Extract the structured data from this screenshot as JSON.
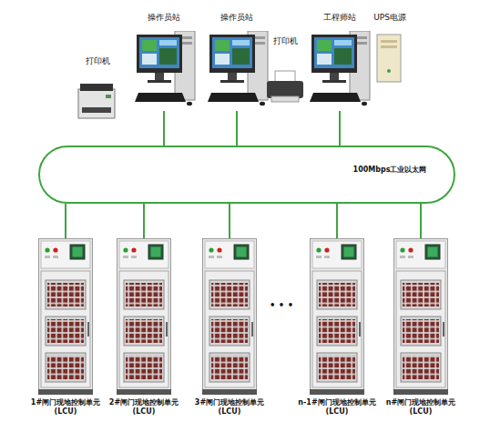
{
  "diagram": {
    "nodes": [
      {
        "text": [
          "打印机"
        ]
      },
      {
        "text": [
          "操作员站"
        ]
      },
      {
        "text": [
          "操作员站"
        ]
      },
      {
        "text": [
          "打印机"
        ]
      },
      {
        "text": [
          "工程师站"
        ]
      },
      {
        "text": [
          "UPS电源"
        ]
      },
      {
        "text": [
          "100Mbps工业以太网"
        ]
      },
      {
        "text": [
          "1#闸门现地控制单元 (LCU)"
        ]
      },
      {
        "text": [
          "2#闸门现地控制单元 (LCU)"
        ]
      },
      {
        "text": [
          "3#闸门现地控制单元 (LCU)"
        ]
      },
      {
        "text": [
          "n-1#闸门现地控制单元 (LCU)"
        ]
      },
      {
        "text": [
          "n#闸门现地控制单元 (LCU)"
        ]
      }
    ],
    "edges": [
      {
        "from": 1,
        "to": 6,
        "arrow": "none"
      },
      {
        "from": 2,
        "to": 6,
        "arrow": "none"
      },
      {
        "from": 4,
        "to": 6,
        "arrow": "none"
      },
      {
        "from": 6,
        "to": 7,
        "arrow": "none"
      },
      {
        "from": 6,
        "to": 8,
        "arrow": "none"
      },
      {
        "from": 6,
        "to": 9,
        "arrow": "none"
      },
      {
        "from": 6,
        "to": 10,
        "arrow": "none"
      },
      {
        "from": 6,
        "to": 11,
        "arrow": "none"
      }
    ],
    "labels": [
      "• • •"
    ]
  }
}
